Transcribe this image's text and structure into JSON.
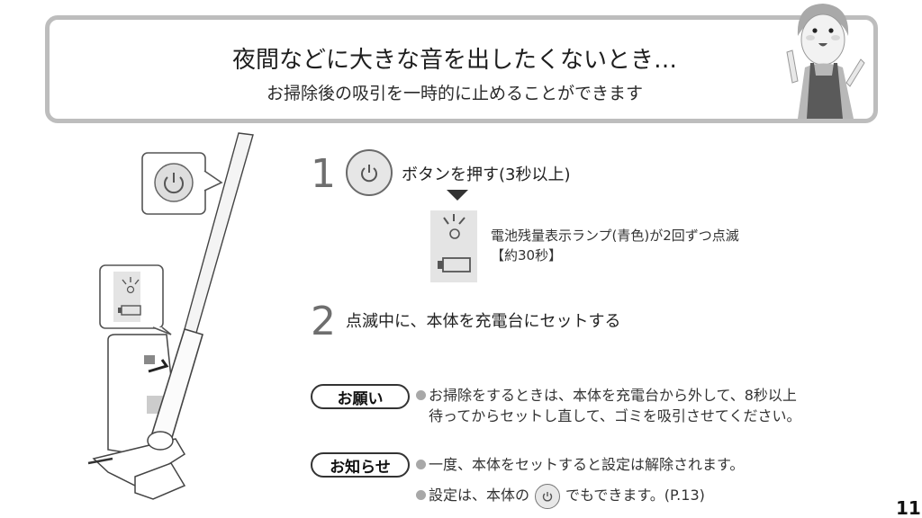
{
  "header": {
    "title": "夜間などに大きな音を出したくないとき…",
    "subtitle": "お掃除後の吸引を一時的に止めることができます",
    "mascot_icon": "woman-in-apron-pointing-icon",
    "border_color": "#bdbdbd"
  },
  "illustration": {
    "callout_power_icon": "power-icon",
    "callout_lamp_icon": "battery-lamp-blinking-icon",
    "device": "stick-vacuum-on-charging-dock"
  },
  "steps": [
    {
      "number": "1",
      "icon": "power-icon",
      "text": "ボタンを押す(3秒以上)",
      "result_icon": "battery-lamp-blinking-icon",
      "result_line1": "電池残量表示ランプ(青色)が2回ずつ点滅",
      "result_line2": "【約30秒】"
    },
    {
      "number": "2",
      "text": "点滅中に、本体を充電台にセットする"
    }
  ],
  "notes": {
    "request": {
      "label": "お願い",
      "line1": "お掃除をするときは、本体を充電台から外して、8秒以上",
      "line2": "待ってからセットし直して、ゴミを吸引させてください。"
    },
    "info": {
      "label": "お知らせ",
      "item1": "一度、本体をセットすると設定は解除されます。",
      "item2_before": "設定は、本体の",
      "item2_icon": "power-icon",
      "item2_after": "でもできます。(P.13)"
    }
  },
  "page_number": "11"
}
